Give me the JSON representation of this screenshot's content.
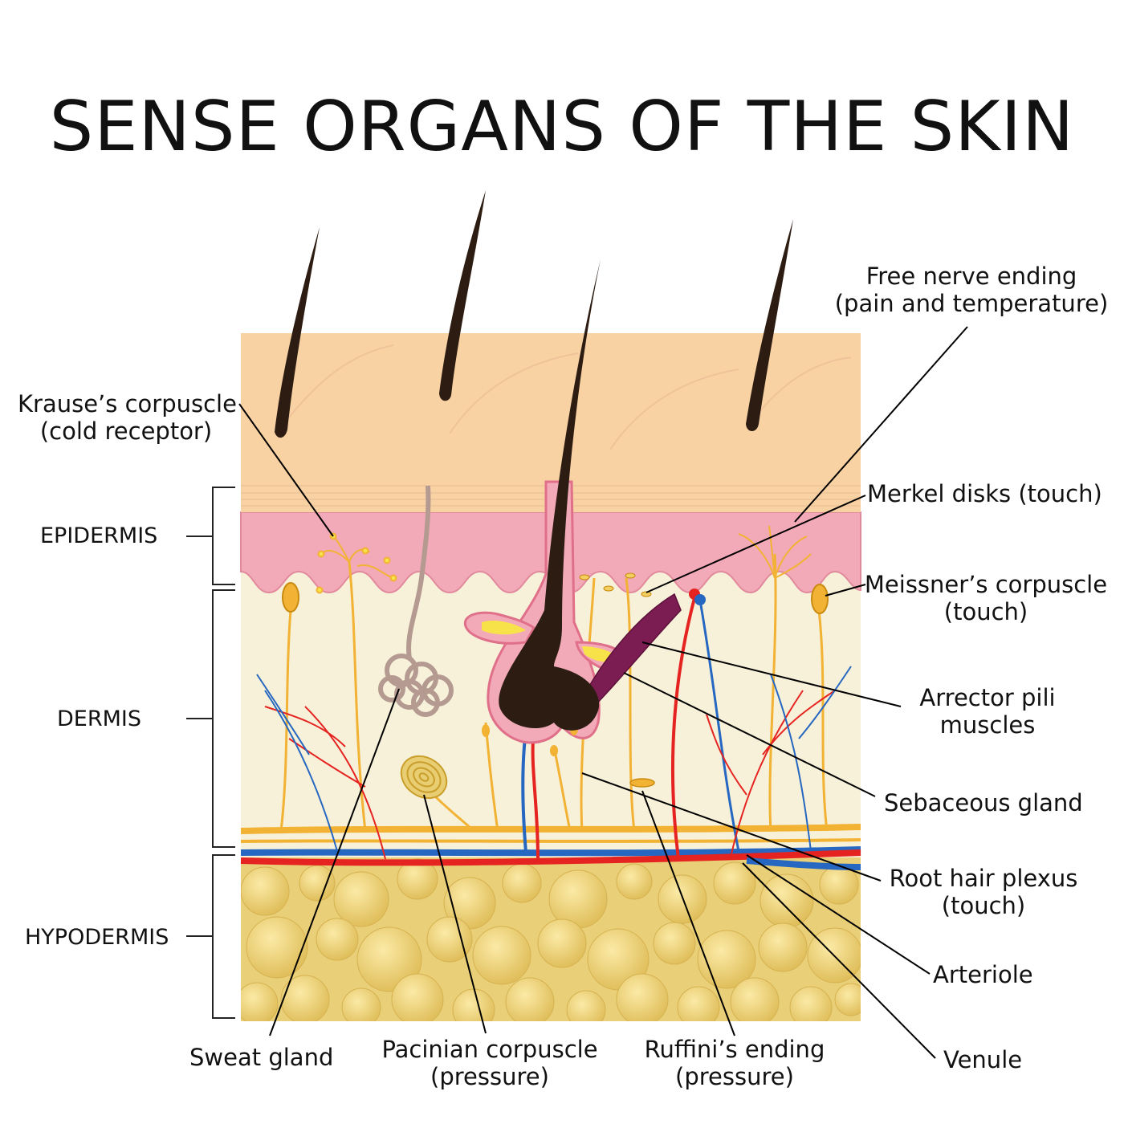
{
  "title": "SENSE ORGANS OF THE SKIN",
  "layers": {
    "epidermis": "EPIDERMIS",
    "dermis": "DERMIS",
    "hypodermis": "HYPODERMIS"
  },
  "labels": {
    "krause_1": "Krause’s corpuscle",
    "krause_2": "(cold receptor)",
    "free_nerve_1": "Free nerve ending",
    "free_nerve_2": "(pain and temperature)",
    "merkel": "Merkel disks (touch)",
    "meissner_1": "Meissner’s corpuscle",
    "meissner_2": "(touch)",
    "arrector_1": "Arrector pili",
    "arrector_2": "muscles",
    "sebaceous": "Sebaceous gland",
    "root_hair_1": "Root hair plexus",
    "root_hair_2": "(touch)",
    "arteriole": "Arteriole",
    "venule": "Venule",
    "sweat": "Sweat gland",
    "pacinian_1": "Pacinian corpuscle",
    "pacinian_2": "(pressure)",
    "ruffini_1": "Ruffini’s ending",
    "ruffini_2": "(pressure)"
  },
  "colors": {
    "stratum_corneum": "#f9d2a3",
    "epidermis_pink": "#f3aab8",
    "dermis": "#f7f1d9",
    "hypodermis_fat": "#e8cd72",
    "hair": "#2d1c12",
    "artery": "#e52421",
    "vein": "#2567c1",
    "nerve": "#f2b233",
    "muscle": "#7b1d52"
  }
}
